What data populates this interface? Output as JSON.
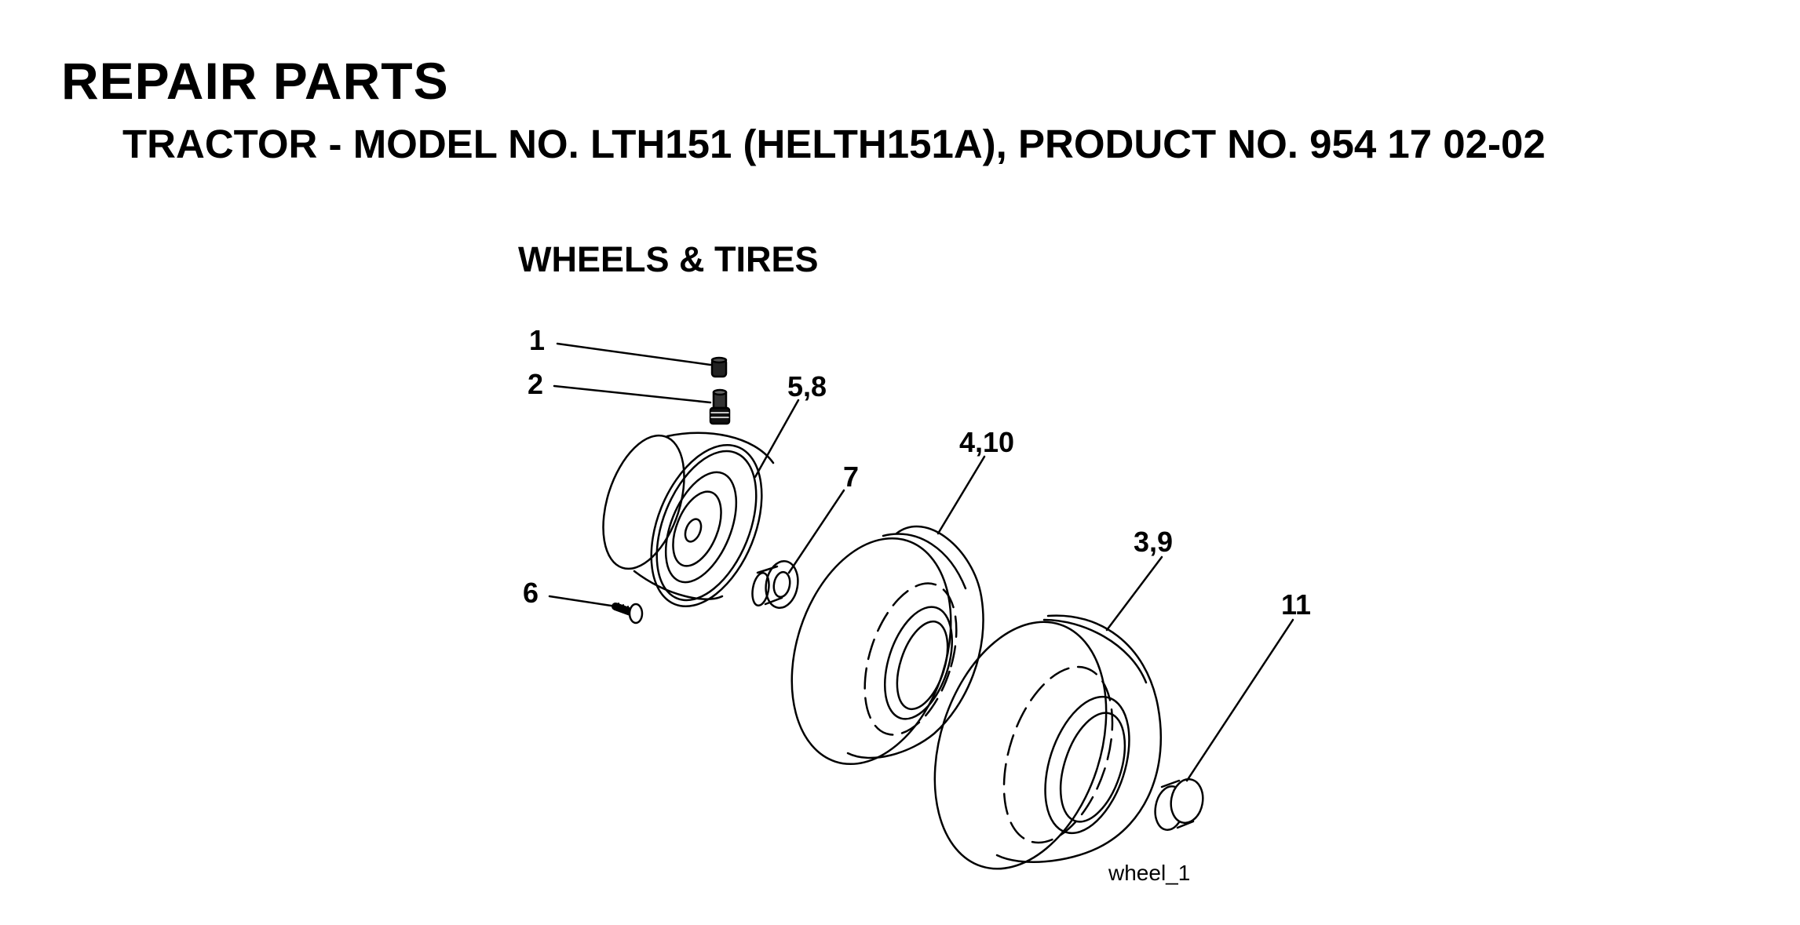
{
  "header": {
    "title": "REPAIR PARTS",
    "subtitle": "TRACTOR - MODEL NO. LTH151 (HELTH151A), PRODUCT NO. 954 17 02-02"
  },
  "section": {
    "title": "WHEELS & TIRES"
  },
  "callouts": {
    "c1": "1",
    "c2": "2",
    "c58": "5,8",
    "c7": "7",
    "c410": "4,10",
    "c39": "3,9",
    "c6": "6",
    "c11": "11"
  },
  "figure": {
    "id": "wheel_1"
  }
}
